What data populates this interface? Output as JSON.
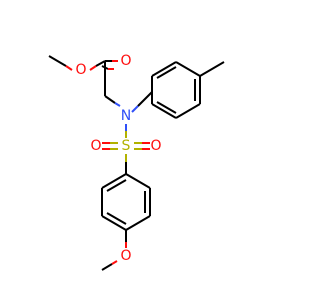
{
  "molecule": {
    "atoms": {
      "ester_carbonyl_o": {
        "symbol": "O",
        "color": "#ff0d0d"
      },
      "ester_o": {
        "symbol": "O",
        "color": "#ff0d0d"
      },
      "amine_n": {
        "symbol": "N",
        "color": "#3050f8"
      },
      "sulfur": {
        "symbol": "S",
        "color": "#b2b200"
      },
      "sulfonyl_o_left": {
        "symbol": "O",
        "color": "#ff0d0d"
      },
      "sulfonyl_o_right": {
        "symbol": "O",
        "color": "#ff0d0d"
      },
      "methoxy_o": {
        "symbol": "O",
        "color": "#ff0d0d"
      }
    }
  }
}
